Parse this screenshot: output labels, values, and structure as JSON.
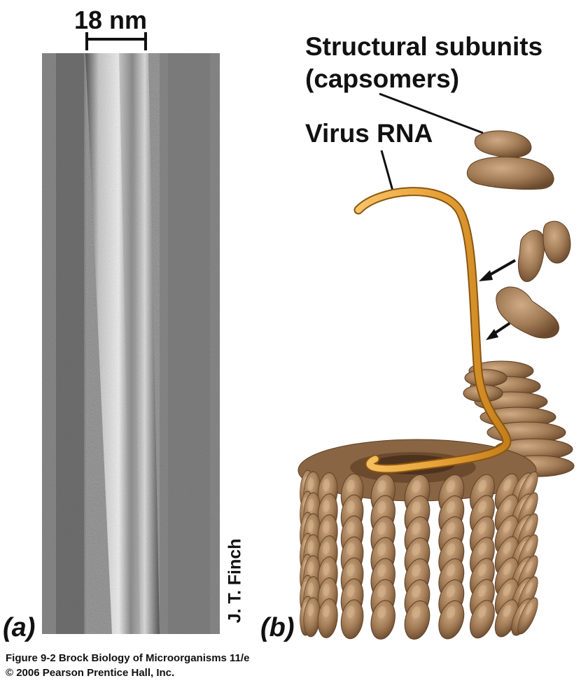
{
  "panel_a": {
    "label": "(a)",
    "scale_bar_label": "18 nm",
    "photo_credit": "J. T. Finch"
  },
  "panel_b": {
    "label": "(b)",
    "structural_subunits_label_line1": "Structural subunits",
    "structural_subunits_label_line2": "(capsomers)",
    "virus_rna_label": "Virus RNA"
  },
  "caption": {
    "line1": "Figure 9-2  Brock Biology of Microorganisms 11/e",
    "line2": "© 2006 Pearson Prentice Hall, Inc."
  },
  "colors": {
    "capsomer": "#a07a55",
    "capsomer_shadow": "#6e4c30",
    "capsomer_highlight": "#c9a47c",
    "rna": "#e9a43a",
    "micrograph_bg": "#8a8a8a"
  }
}
